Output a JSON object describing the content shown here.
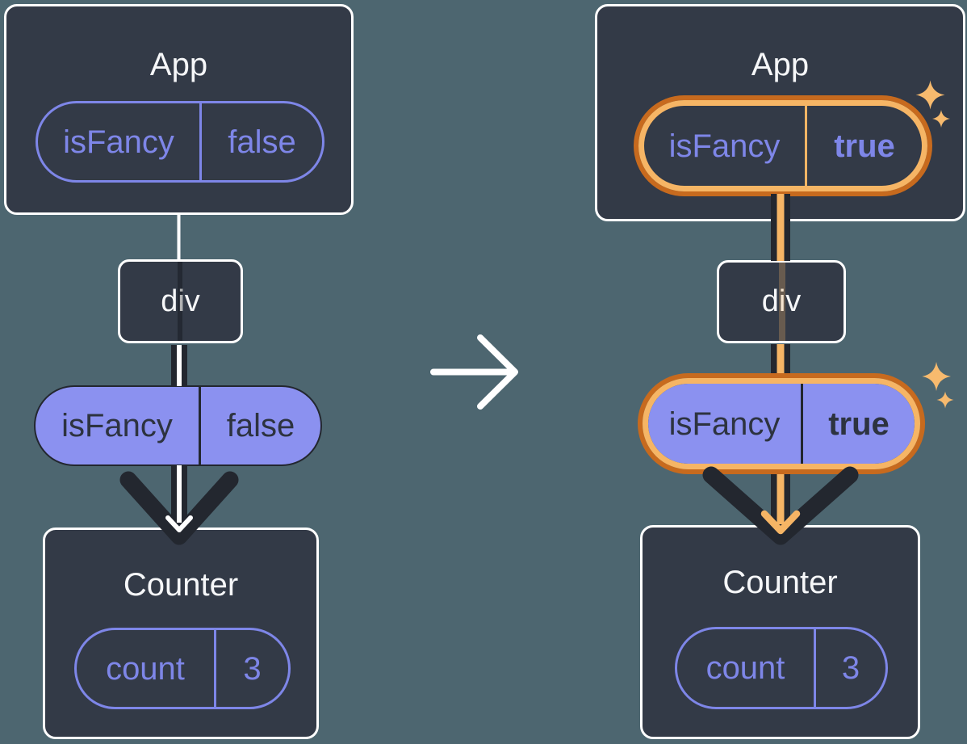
{
  "colors": {
    "background": "#4D6670",
    "card": "#333A47",
    "line_dark": "#23272F",
    "purple_fill": "#8B91F0",
    "purple_stroke": "#7E86E8",
    "orange_dark": "#C76A1E",
    "orange_light": "#F6B565",
    "sparkle": "#F7BA6E",
    "white": "#FFFFFF"
  },
  "left_diagram": {
    "app": {
      "title": "App",
      "pill": {
        "key": "isFancy",
        "value": "false"
      }
    },
    "div_node": {
      "label": "div"
    },
    "prop_pill": {
      "key": "isFancy",
      "value": "false"
    },
    "counter": {
      "title": "Counter",
      "pill": {
        "key": "count",
        "value": "3"
      }
    }
  },
  "right_diagram": {
    "app": {
      "title": "App",
      "pill": {
        "key": "isFancy",
        "value": "true"
      }
    },
    "div_node": {
      "label": "div"
    },
    "prop_pill": {
      "key": "isFancy",
      "value": "true"
    },
    "counter": {
      "title": "Counter",
      "pill": {
        "key": "count",
        "value": "3"
      }
    }
  },
  "icons": {
    "transition_arrow": "right-arrow",
    "sparkles": "four-point-sparkle"
  }
}
